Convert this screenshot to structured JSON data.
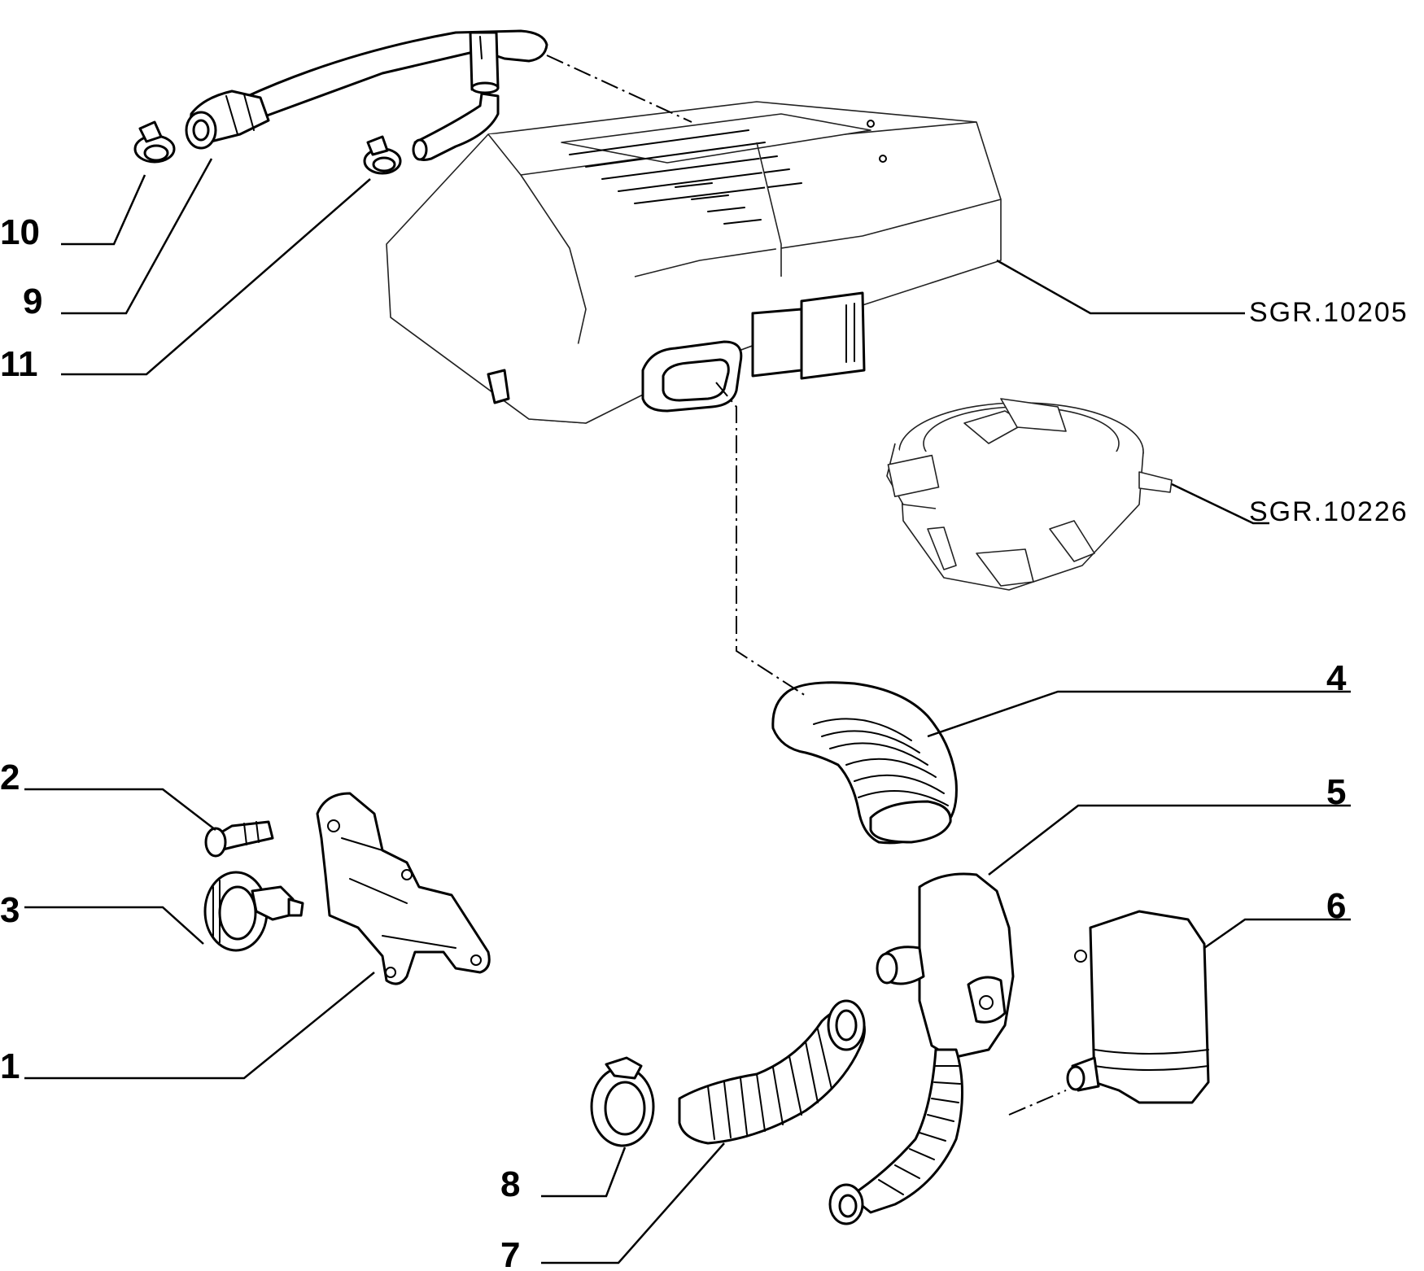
{
  "callouts": {
    "c1": "1",
    "c2": "2",
    "c3": "3",
    "c4": "4",
    "c5": "5",
    "c6": "6",
    "c7": "7",
    "c8": "8",
    "c9": "9",
    "c10": "10",
    "c11": "11"
  },
  "references": {
    "air_cleaner": "SGR.10205",
    "carburettor": "SGR.10226"
  },
  "colors": {
    "line": "#000000",
    "background": "#ffffff"
  }
}
